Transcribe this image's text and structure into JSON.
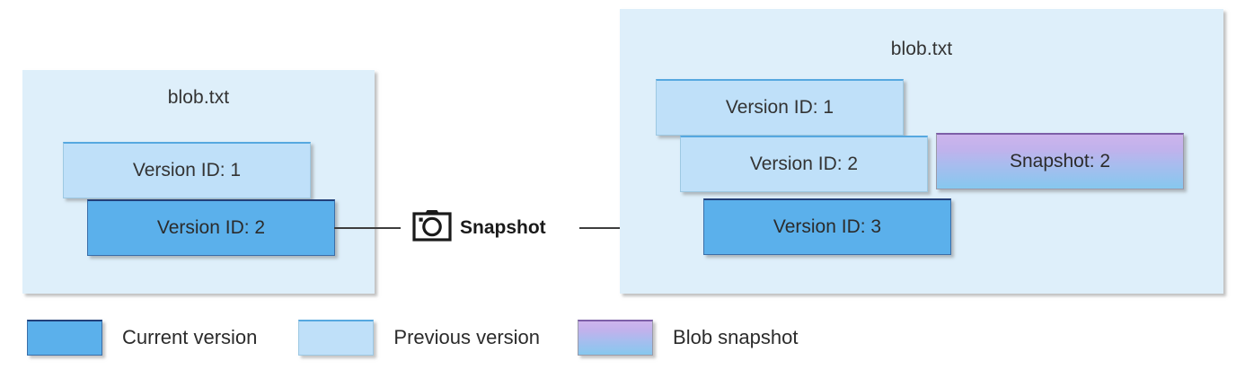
{
  "diagram": {
    "title_hidden": "",
    "source_blob": {
      "name": "blob.txt",
      "versions": [
        {
          "label": "Version ID: 1",
          "kind": "previous"
        },
        {
          "label": "Version ID: 2",
          "kind": "current"
        }
      ]
    },
    "target_blob": {
      "name": "blob.txt",
      "versions": [
        {
          "label": "Version ID: 1",
          "kind": "previous"
        },
        {
          "label": "Version ID: 2",
          "kind": "previous"
        },
        {
          "label": "Version ID: 3",
          "kind": "current"
        }
      ],
      "snapshots": [
        {
          "label": "Snapshot: 2",
          "kind": "snapshot"
        }
      ]
    },
    "operation": {
      "label": "Snapshot",
      "icon": "camera-icon"
    }
  },
  "legend": {
    "items": [
      {
        "label": "Current version",
        "kind": "current",
        "color": "#5bb0eb"
      },
      {
        "label": "Previous version",
        "kind": "previous",
        "color": "#bfe0f9"
      },
      {
        "label": "Blob snapshot",
        "kind": "snapshot",
        "color": "#cdb4ec"
      }
    ]
  },
  "colors": {
    "panel_background": "#deeffa",
    "current_version": "#5bb0eb",
    "previous_version": "#bfe0f9",
    "snapshot_gradient_top": "#cdb4ec",
    "snapshot_gradient_bottom": "#86c8ee",
    "connector": "#3d3d3d",
    "page_background": "#ffffff"
  }
}
